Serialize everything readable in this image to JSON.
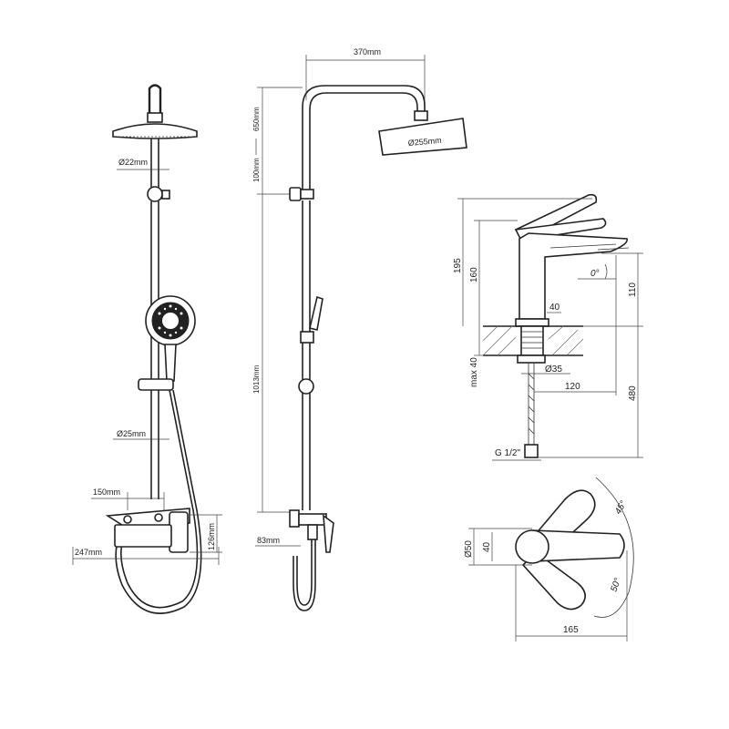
{
  "colors": {
    "line": "#222222",
    "background": "#ffffff",
    "hatch": "#666666"
  },
  "front_view": {
    "pipe_diameter": "Ø22mm",
    "bar_diameter": "Ø25mm",
    "mixer_width": "150mm",
    "mixer_depth": "247mm",
    "mixer_height": "126mm"
  },
  "side_view": {
    "arm_length": "370mm",
    "head_diameter": "Ø255mm",
    "height_range": "650mm",
    "arm_offset": "100mm",
    "bar_height": "1013mm",
    "outlet_offset": "83mm"
  },
  "basin_side": {
    "total_height": "195",
    "body_height": "160",
    "spout_height": "110",
    "spout_angle": "0°",
    "base_width": "40",
    "hole_diameter": "Ø35",
    "max_thickness": "max 40",
    "spout_reach": "120",
    "hose_length": "480",
    "thread": "G 1/2\""
  },
  "basin_top": {
    "outer_diameter": "Ø50",
    "inner_width": "40",
    "angle_upper": "45°",
    "angle_lower": "50°",
    "length": "165"
  }
}
